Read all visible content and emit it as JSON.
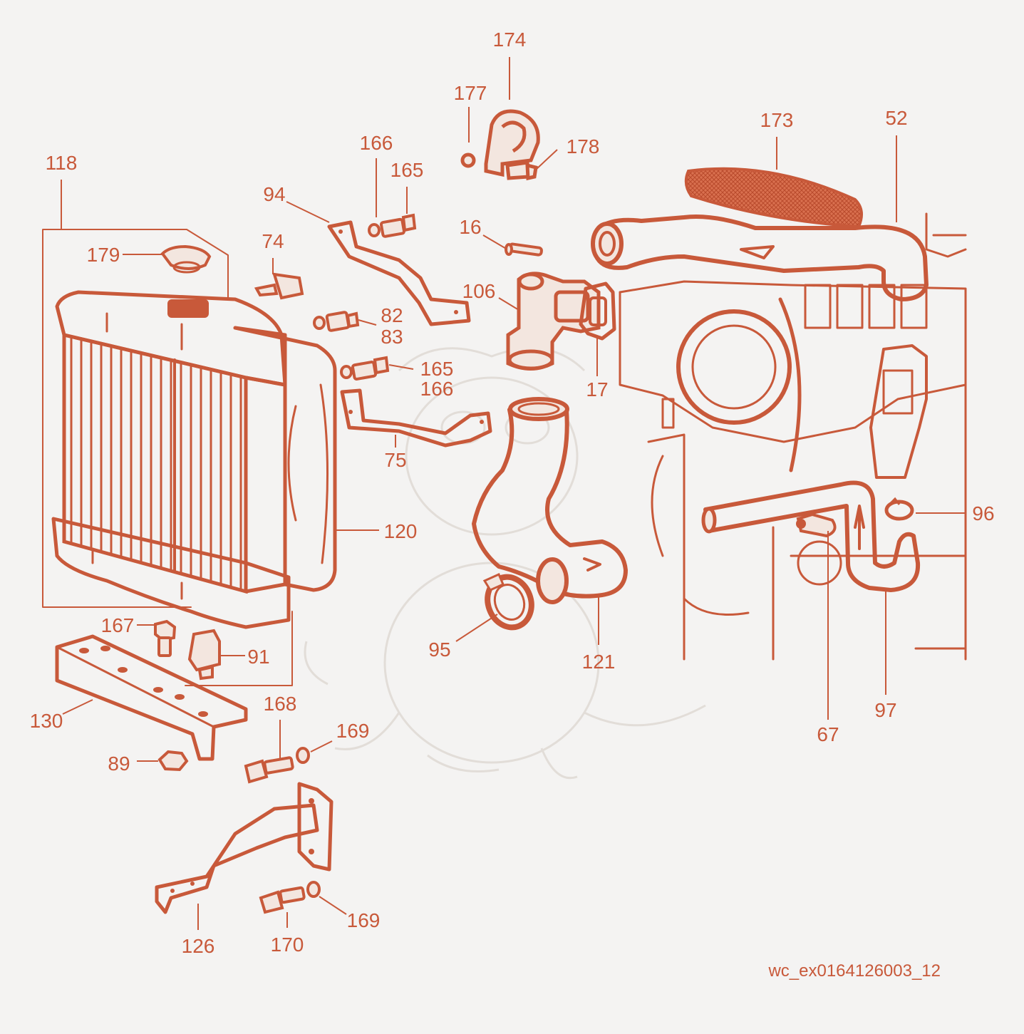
{
  "colors": {
    "background": "#f4f3f2",
    "ink": "#c8593a",
    "ink_fill": "#f3e6df",
    "watermark": "#e2ddd8"
  },
  "diagram": {
    "drawing_code": "wc_ex0164126003_12",
    "callouts": [
      {
        "id": "c174",
        "text": "174"
      },
      {
        "id": "c177",
        "text": "177"
      },
      {
        "id": "c178",
        "text": "178"
      },
      {
        "id": "c173",
        "text": "173"
      },
      {
        "id": "c52",
        "text": "52"
      },
      {
        "id": "c166a",
        "text": "166"
      },
      {
        "id": "c165a",
        "text": "165"
      },
      {
        "id": "c118",
        "text": "118"
      },
      {
        "id": "c94",
        "text": "94"
      },
      {
        "id": "c16",
        "text": "16"
      },
      {
        "id": "c74",
        "text": "74"
      },
      {
        "id": "c179",
        "text": "179"
      },
      {
        "id": "c106",
        "text": "106"
      },
      {
        "id": "c82",
        "text": "82"
      },
      {
        "id": "c83",
        "text": "83"
      },
      {
        "id": "c165b",
        "text": "165"
      },
      {
        "id": "c166b",
        "text": "166"
      },
      {
        "id": "c17",
        "text": "17"
      },
      {
        "id": "c75",
        "text": "75"
      },
      {
        "id": "c96",
        "text": "96"
      },
      {
        "id": "c120",
        "text": "120"
      },
      {
        "id": "c167",
        "text": "167"
      },
      {
        "id": "c91",
        "text": "91"
      },
      {
        "id": "c95",
        "text": "95"
      },
      {
        "id": "c121",
        "text": "121"
      },
      {
        "id": "c97",
        "text": "97"
      },
      {
        "id": "c168",
        "text": "168"
      },
      {
        "id": "c130",
        "text": "130"
      },
      {
        "id": "c169a",
        "text": "169"
      },
      {
        "id": "c67",
        "text": "67"
      },
      {
        "id": "c89",
        "text": "89"
      },
      {
        "id": "c169b",
        "text": "169"
      },
      {
        "id": "c126",
        "text": "126"
      },
      {
        "id": "c170",
        "text": "170"
      }
    ]
  }
}
